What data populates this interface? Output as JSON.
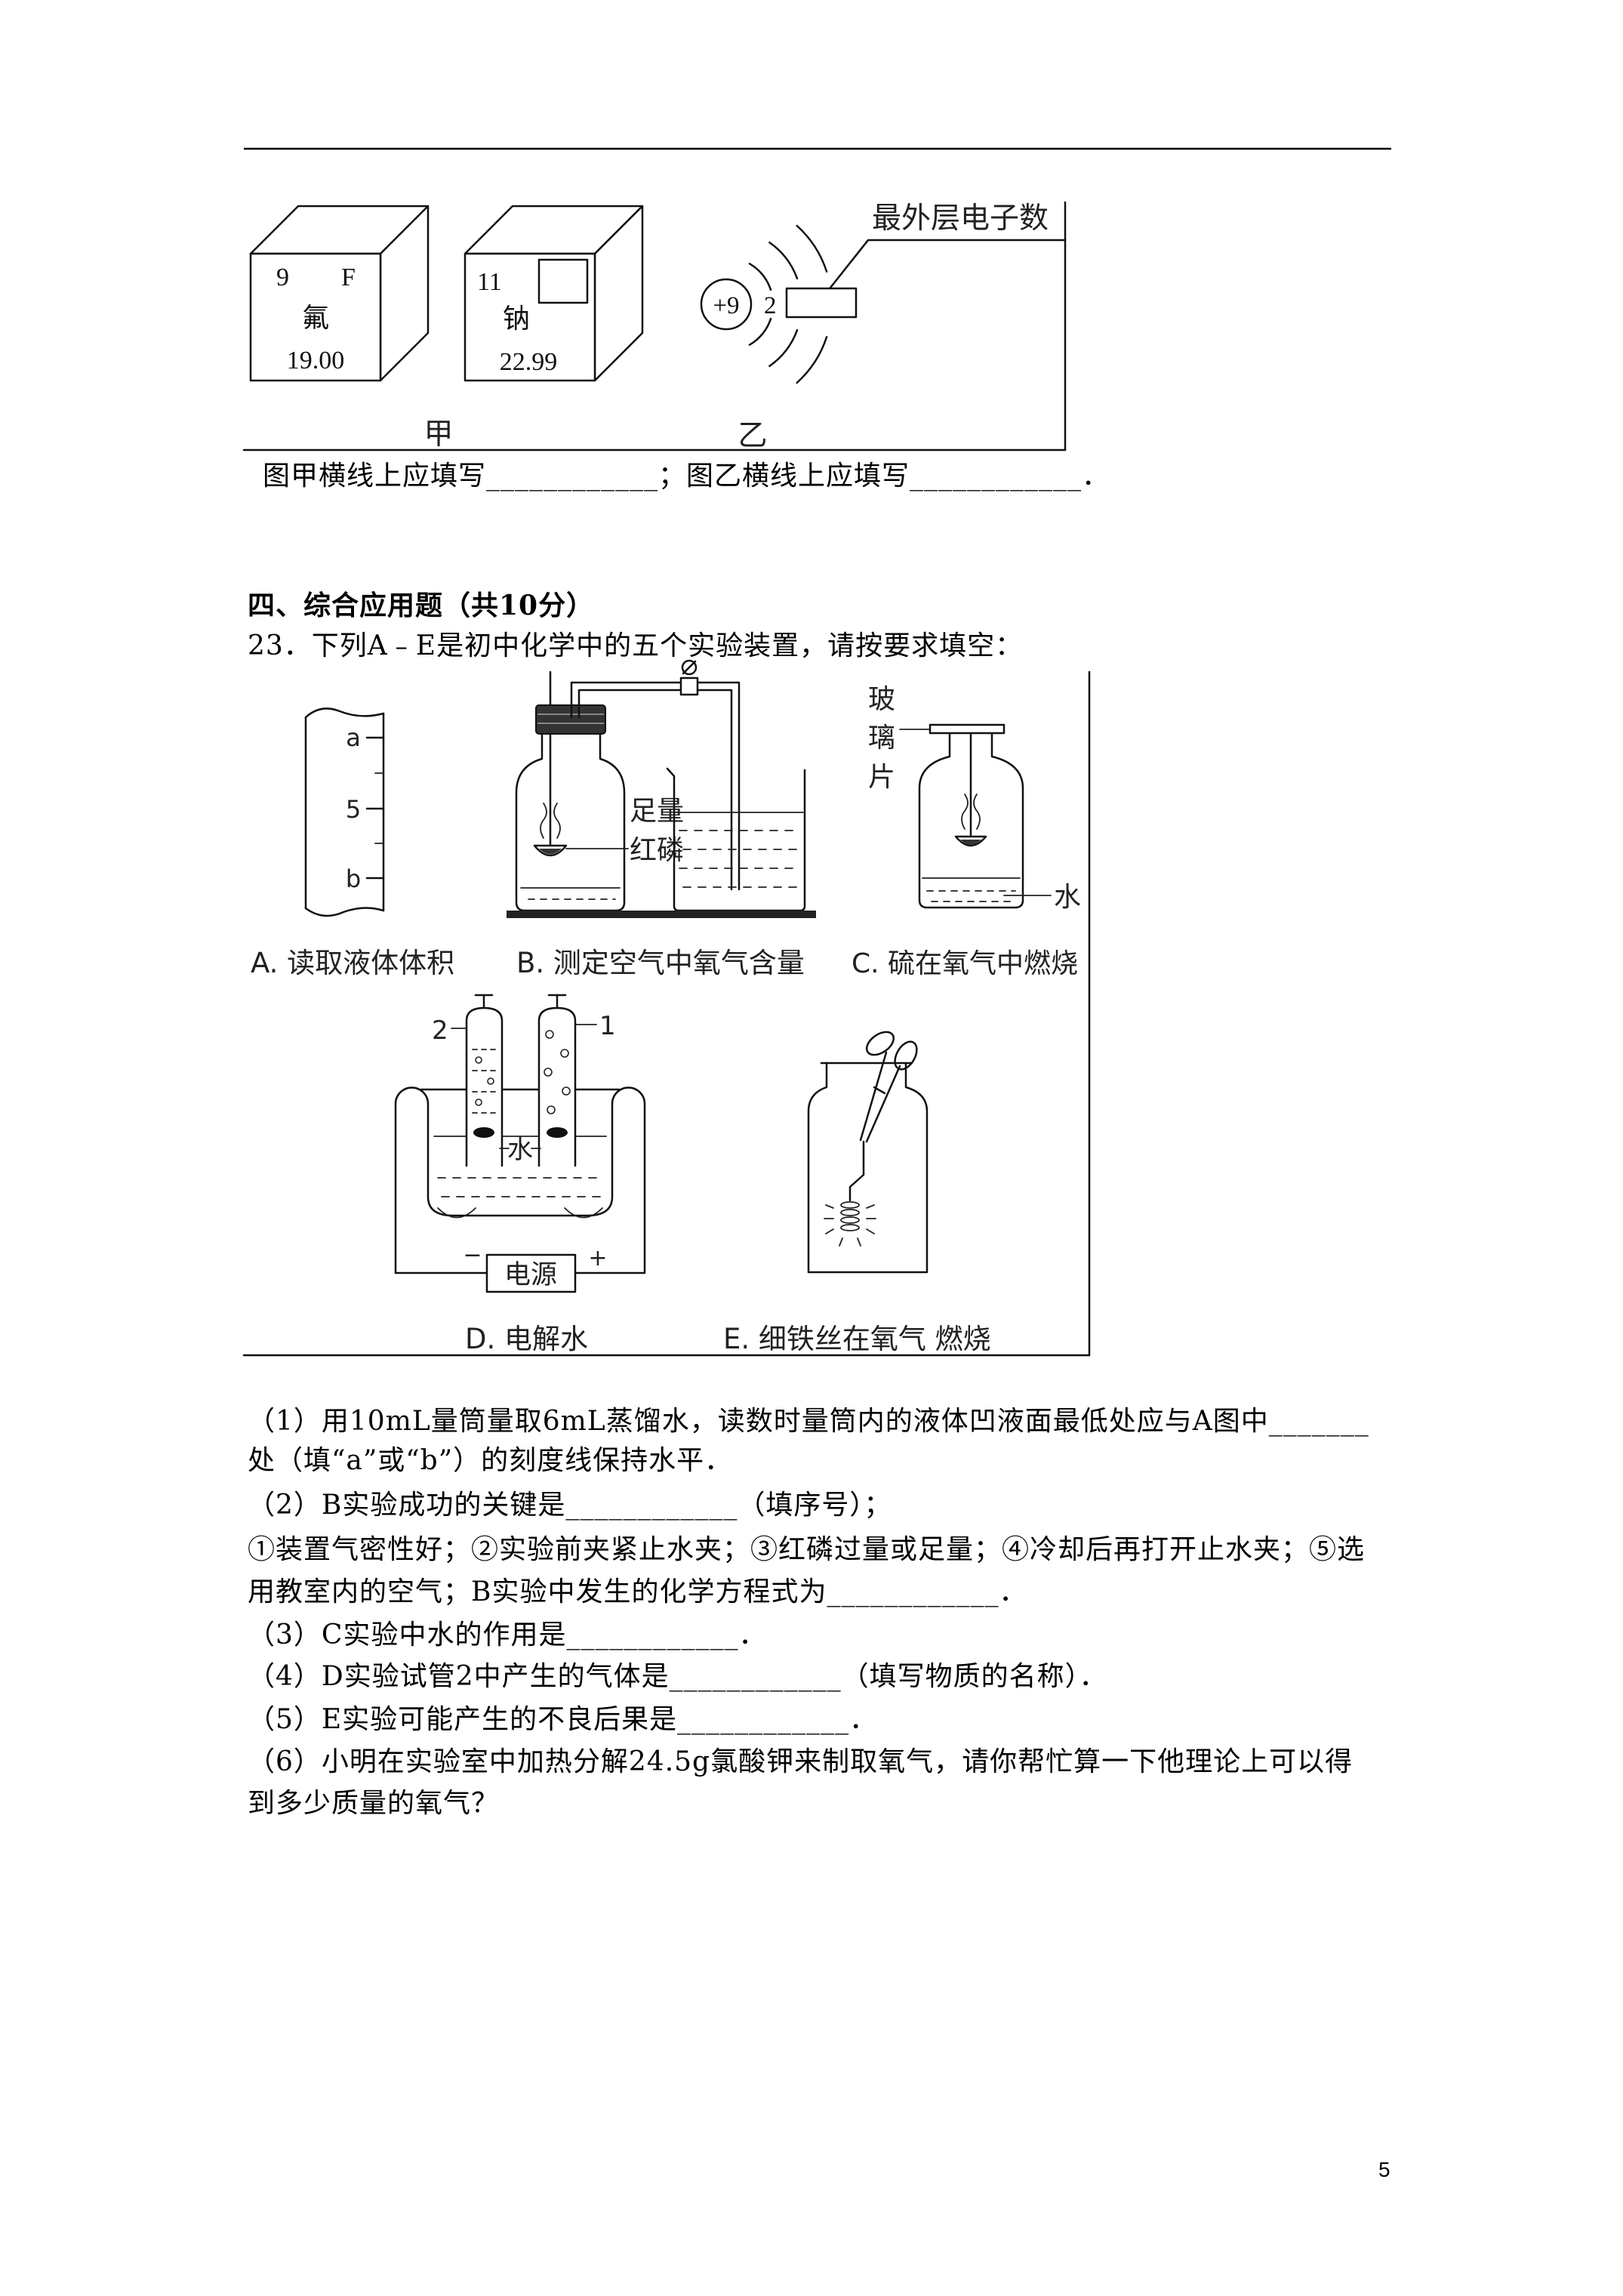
{
  "figure_1": {
    "fluorine_cell": {
      "atomic_number": "9",
      "symbol": "F",
      "name": "氟",
      "atomic_mass": "19.00"
    },
    "sodium_cell": {
      "atomic_number": "11",
      "name": "钠",
      "atomic_mass": "22.99"
    },
    "atom_diagram": {
      "nucleus": "+9",
      "first_shell": "2",
      "pointer_label": "最外层电子数"
    },
    "caption_jia": "甲",
    "caption_yi": "乙"
  },
  "question_22_tail": "图甲横线上应填写____________；图乙横线上应填写____________．",
  "section_4": {
    "heading": "四、综合应用题（共10分）",
    "question_23": {
      "stem": "23．下列A﹣E是初中化学中的五个实验装置，请按要求填空：",
      "figure": {
        "A": {
          "caption": "A. 读取液体体积",
          "marks": [
            "a",
            "5",
            "b"
          ]
        },
        "B": {
          "caption": "B. 测定空气中氧气含量",
          "labels": [
            "足量",
            "红磷"
          ]
        },
        "C": {
          "caption": "C. 硫在氧气中燃烧",
          "labels": [
            "玻",
            "璃",
            "片",
            "水"
          ]
        },
        "D": {
          "caption": "D. 电解水",
          "tube_left": "2",
          "tube_right": "1",
          "water": "水",
          "power": "电源",
          "negative": "−",
          "positive": "+"
        },
        "E": {
          "caption": "E. 细铁丝在氧气 燃烧"
        }
      },
      "lines": [
        "（1）用10mL量筒量取6mL蒸馏水，读数时量筒内的液体凹液面最低处应与A图中_______",
        "处（填“a”或“b”）的刻度线保持水平．",
        "（2）B实验成功的关键是____________（填序号）；",
        "①装置气密性好；②实验前夹紧止水夹；③红磷过量或足量；④冷却后再打开止水夹；⑤选",
        "用教室内的空气；B实验中发生的化学方程式为____________．",
        "（3）C实验中水的作用是____________．",
        "（4）D实验试管2中产生的气体是____________（填写物质的名称）．",
        "（5）E实验可能产生的不良后果是____________．",
        "（6）小明在实验室中加热分解24.5g氯酸钾来制取氧气，请你帮忙算一下他理论上可以得",
        "到多少质量的氧气？"
      ]
    }
  },
  "page_number": "5"
}
